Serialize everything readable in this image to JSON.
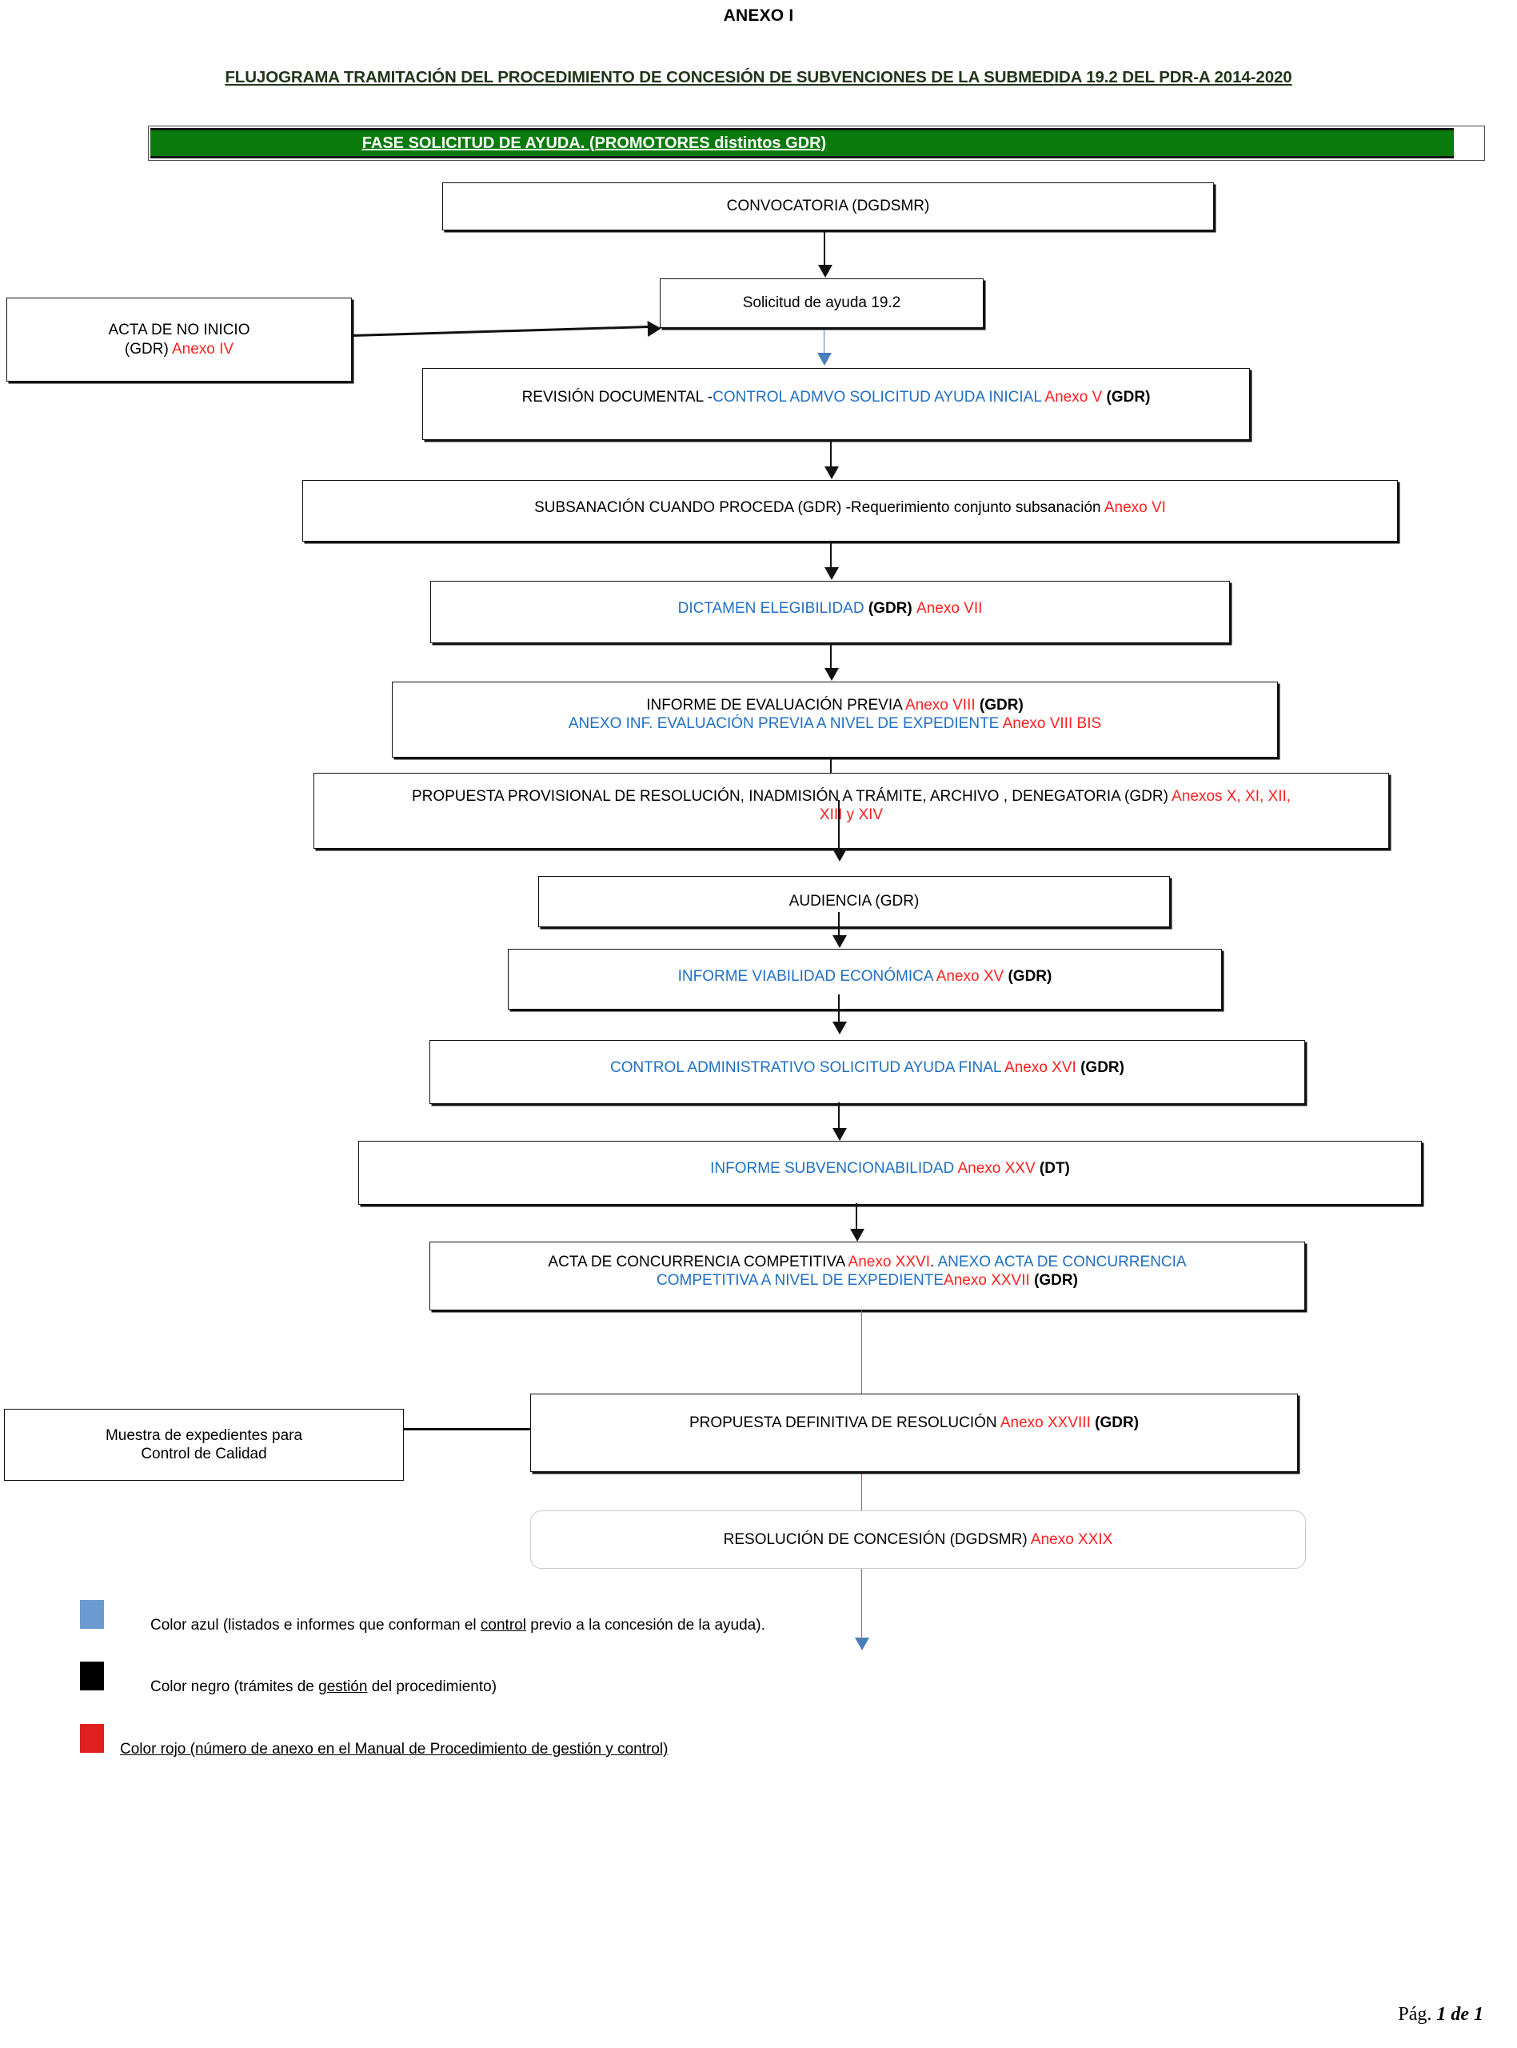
{
  "header": {
    "anexo_title": "ANEXO I",
    "flow_title": "FLUJOGRAMA TRAMITACIÓN DEL PROCEDIMIENTO DE CONCESIÓN DE SUBVENCIONES DE LA SUBMEDIDA 19.2 DEL PDR-A 2014-2020",
    "banner": "FASE SOLICITUD DE AYUDA. (PROMOTORES  distintos GDR)"
  },
  "colors": {
    "banner_green": "#0A7A0C",
    "text_blue": "#1F6FC4",
    "text_red": "#FF2020",
    "text_black": "#000000",
    "arrow_blue": "#4A7EBB",
    "title_olive": "#22351B"
  },
  "nodes": {
    "convocatoria": {
      "line1_black": "CONVOCATORIA (DGDSMR)"
    },
    "acta_no_inicio": {
      "line1_black": "ACTA DE NO INICIO",
      "line2_black": "(GDR) ",
      "line2_red": "Anexo IV"
    },
    "solicitud": {
      "line1_black": "Solicitud de ayuda 19.2"
    },
    "revision_documental": {
      "part1_black": "REVISIÓN DOCUMENTAL -",
      "part2_blue": "CONTROL ADMVO SOLICITUD AYUDA INICIAL ",
      "part3_red": "Anexo V ",
      "part4_black": "(GDR)"
    },
    "subsanacion": {
      "part1_black": "SUBSANACIÓN CUANDO PROCEDA (GDR) -Requerimiento conjunto subsanación ",
      "part2_red": "Anexo VI"
    },
    "dictamen": {
      "part1_blue": "DICTAMEN ELEGIBILIDAD ",
      "part2_black": "(GDR) ",
      "part3_red": "Anexo VII"
    },
    "informe_evaluacion": {
      "l1_part1_black": "INFORME DE EVALUACIÓN PREVIA ",
      "l1_part2_red": "Anexo VIII ",
      "l1_part3_black": "(GDR)",
      "l2_part1_blue": "ANEXO INF. EVALUACIÓN PREVIA A NIVEL DE EXPEDIENTE ",
      "l2_part2_red": "Anexo VIII BIS"
    },
    "propuesta_provisional": {
      "l1_part1_black": "PROPUESTA PROVISIONAL DE RESOLUCIÓN, INADMISIÓN A TRÁMITE, ARCHIVO , DENEGATORIA  (GDR) ",
      "l1_part2_red": "Anexos X, XI, XII,",
      "l2_red": "XIII  y XIV"
    },
    "audiencia": {
      "line1_black": "AUDIENCIA (GDR)"
    },
    "informe_viabilidad": {
      "part1_blue": "INFORME VIABILIDAD ECONÓMICA ",
      "part2_red": "Anexo XV ",
      "part3_black": "(GDR)"
    },
    "control_admin_final": {
      "part1_blue": "CONTROL ADMINISTRATIVO SOLICITUD AYUDA FINAL ",
      "part2_red": "Anexo  XVI ",
      "part3_black": "(GDR)"
    },
    "informe_subvencionabilidad": {
      "part1_blue": "INFORME SUBVENCIONABILIDAD ",
      "part2_red": "Anexo XXV ",
      "part3_black": "(DT)"
    },
    "acta_concurrencia": {
      "l1_part1_black": "ACTA DE CONCURRENCIA COMPETITIVA ",
      "l1_part2_red": "Anexo XXVI",
      "l1_part3_black": ". ",
      "l1_part4_blue": "ANEXO ACTA DE CONCURRENCIA",
      "l2_part1_blue": "COMPETITIVA A NIVEL DE EXPEDIENTE",
      "l2_part2_red": "Anexo XXVII ",
      "l2_part3_black": "(GDR)"
    },
    "muestra": {
      "line1_black": "Muestra de expedientes para",
      "line2_black": "Control de Calidad"
    },
    "propuesta_definitiva": {
      "part1_black": "PROPUESTA DEFINITIVA DE RESOLUCIÓN ",
      "part2_red": "Anexo XXVIII ",
      "part3_black": " (GDR)"
    },
    "resolucion_concesion": {
      "part1_black": "RESOLUCIÓN DE CONCESIÓN (DGDSMR) ",
      "part2_red": "Anexo XXIX"
    }
  },
  "legend": [
    {
      "swatch_color": "#6A9AD0",
      "swatch_name": "blue-swatch",
      "pre": "Color azul (listados e informes que conforman el ",
      "underlined": "control",
      "post": " previo a la concesión de la ayuda)."
    },
    {
      "swatch_color": "#000000",
      "swatch_name": "black-swatch",
      "pre": "Color negro (trámites de ",
      "underlined": "gestión",
      "post": " del procedimiento)"
    },
    {
      "swatch_color": "#E02020",
      "swatch_name": "red-swatch",
      "pre": "Color rojo (número de anexo en el Manual de Procedimiento de gestión y control)",
      "underlined": "",
      "post": ""
    }
  ],
  "footer": {
    "label": "Pág. ",
    "value": "1 de 1"
  }
}
